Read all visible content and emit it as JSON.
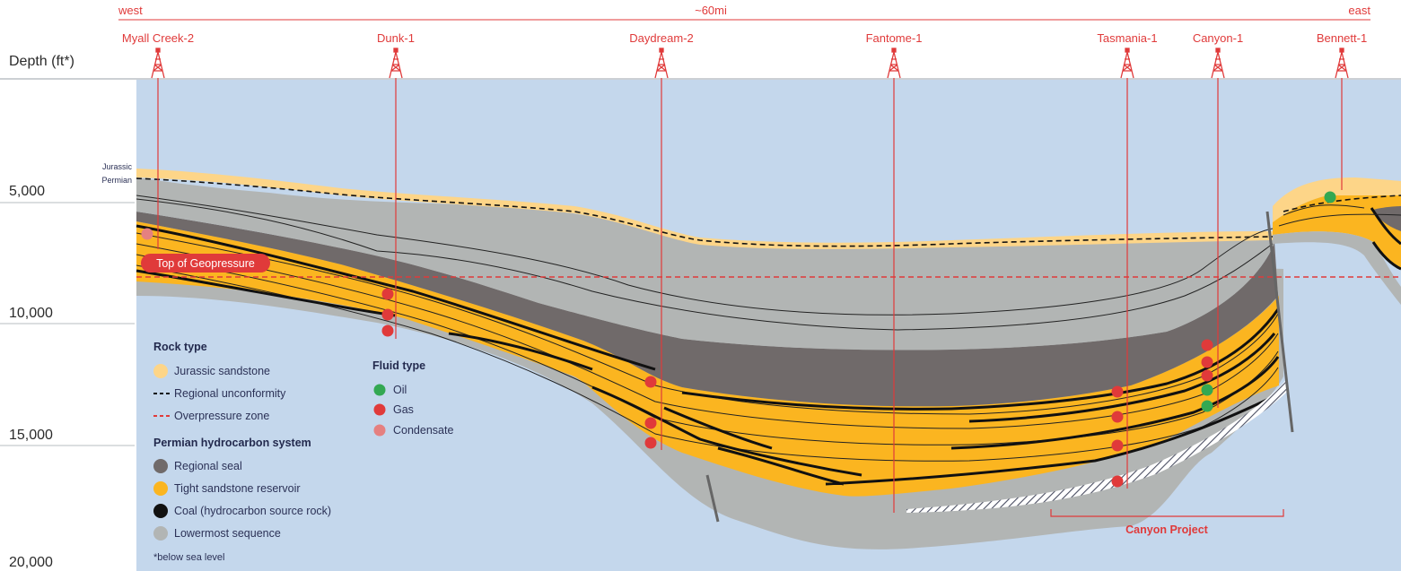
{
  "header": {
    "west_label": "west",
    "distance_label": "~60mi",
    "east_label": "east"
  },
  "wells": [
    {
      "name": "Myall Creek-2"
    },
    {
      "name": "Dunk-1"
    },
    {
      "name": "Daydream-2"
    },
    {
      "name": "Fantome-1"
    },
    {
      "name": "Tasmania-1"
    },
    {
      "name": "Canyon-1"
    },
    {
      "name": "Bennett-1"
    }
  ],
  "depth_axis": {
    "title": "Depth (ft*)",
    "ticks": [
      "5,000",
      "10,000",
      "15,000",
      "20,000"
    ]
  },
  "section_labels": {
    "jurassic": "Jurassic",
    "permian": "Permian",
    "top_of_geopressure": "Top of Geopressure",
    "canyon_project": "Canyon Project"
  },
  "legend": {
    "rock_type_title": "Rock type",
    "rock_items": [
      "Jurassic sandstone",
      "Regional unconformity",
      "Overpressure zone"
    ],
    "permian_title": "Permian hydrocarbon system",
    "permian_items": [
      "Regional seal",
      "Tight sandstone reservoir",
      "Coal (hydrocarbon source rock)",
      "Lowermost sequence"
    ],
    "fluid_title": "Fluid type",
    "fluid_items": [
      "Oil",
      "Gas",
      "Condensate"
    ],
    "footnote": "*below sea level"
  },
  "colors": {
    "background": "#c4d7ec",
    "jurassic_sandstone": "#fdd588",
    "lowermost_sequence": "#b2b5b4",
    "regional_seal": "#706a6a",
    "tight_sandstone": "#fbb520",
    "coal": "#111111",
    "oil": "#33a852",
    "gas": "#e03a3a",
    "condensate": "#e58080",
    "accent_red": "#e03a3a",
    "label_navy": "#232a4e"
  }
}
